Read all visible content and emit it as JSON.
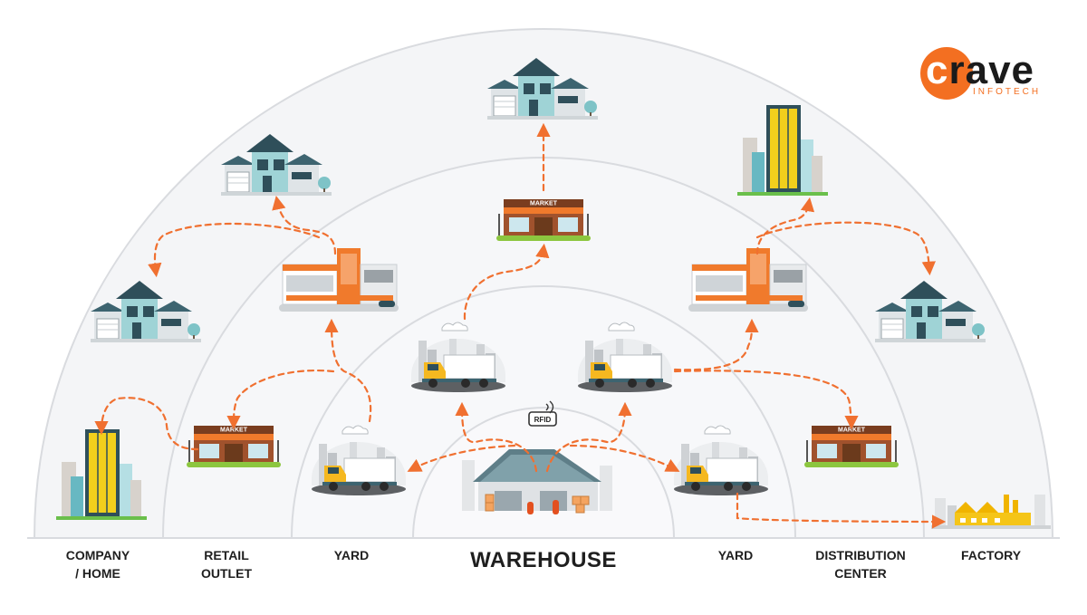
{
  "brand": {
    "name": "crave",
    "tagline": "INFOTECH",
    "color": "#f36f21"
  },
  "tags": {
    "rfid": "RFID"
  },
  "store_sign": "MARKET",
  "labels": {
    "company_home": [
      "COMPANY",
      "/ HOME"
    ],
    "retail_outlet": [
      "RETAIL",
      "OUTLET"
    ],
    "yard_left": "YARD",
    "warehouse": "WAREHOUSE",
    "yard_right": "YARD",
    "distribution_center": [
      "DISTRIBUTION",
      "CENTER"
    ],
    "factory": "FACTORY"
  },
  "colors": {
    "arrow": "#f07030",
    "ring_fill": "#f6f7f9",
    "ring_stroke": "#d9dbdf",
    "truck_cab": "#f5b820",
    "building_teal": "#3d6470",
    "roof_orange": "#f07a2c",
    "glass_yellow": "#f2cf1c"
  },
  "icons": [
    "house-icon",
    "market-icon",
    "mall-icon",
    "office-tower-icon",
    "truck-icon",
    "warehouse-icon",
    "factory-icon",
    "rfid-icon"
  ]
}
